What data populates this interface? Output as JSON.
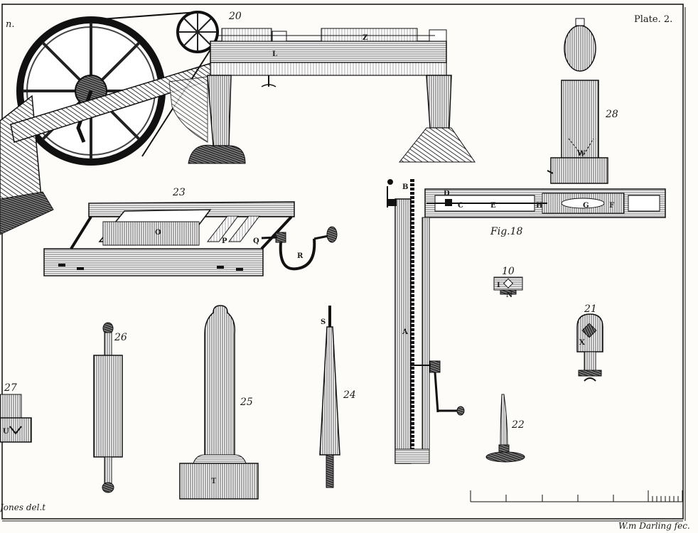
{
  "plate": {
    "title": "Plate. 2.",
    "corner_fragment": "n.",
    "delineator": "Jones del.t",
    "engraver": "W.m Darling fec."
  },
  "figures": {
    "fig18": "Fig.18",
    "fig20": "20",
    "fig21": "21",
    "fig22": "22",
    "fig23": "23",
    "fig24": "24",
    "fig25": "25",
    "fig26": "26",
    "fig27": "27",
    "fig28": "28",
    "fig10": "10"
  },
  "letters": {
    "L": "L",
    "Z": "Z",
    "O": "O",
    "P": "P",
    "Q": "Q",
    "R": "R",
    "S": "S",
    "T": "T",
    "U": "U",
    "W": "W",
    "X": "X",
    "A": "A",
    "B": "B",
    "C": "C",
    "D": "D",
    "E": "E",
    "F": "F",
    "G": "G",
    "H": "H",
    "I": "I",
    "N": "N"
  },
  "colors": {
    "ink": "#1a1a1a",
    "paper": "#fdfcf8"
  }
}
